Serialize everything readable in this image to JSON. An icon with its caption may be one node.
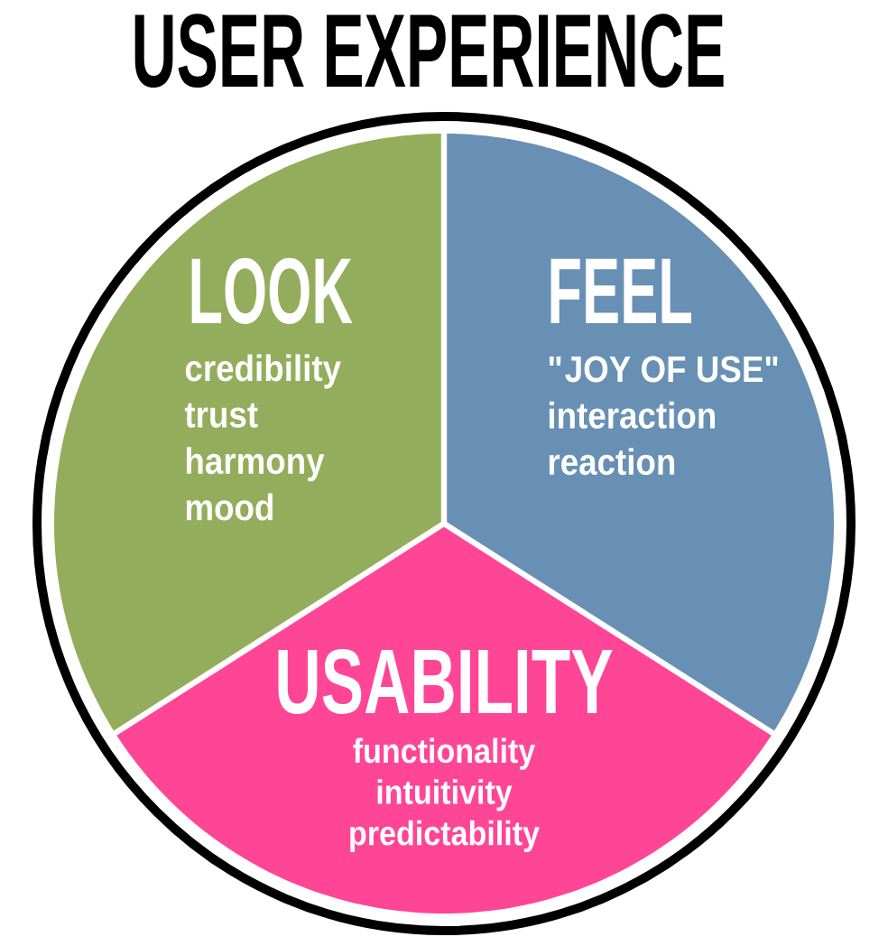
{
  "diagram": {
    "title": "USER EXPERIENCE",
    "nodes": [
      {
        "text": [
          "LOOK",
          "credibility",
          "trust",
          "harmony",
          "mood"
        ]
      },
      {
        "text": [
          "FEEL",
          "\"JOY OF USE\"",
          "interaction",
          "reaction"
        ]
      },
      {
        "text": [
          "USABILITY",
          "functionality",
          "intuitivity",
          "predictability"
        ]
      }
    ]
  }
}
